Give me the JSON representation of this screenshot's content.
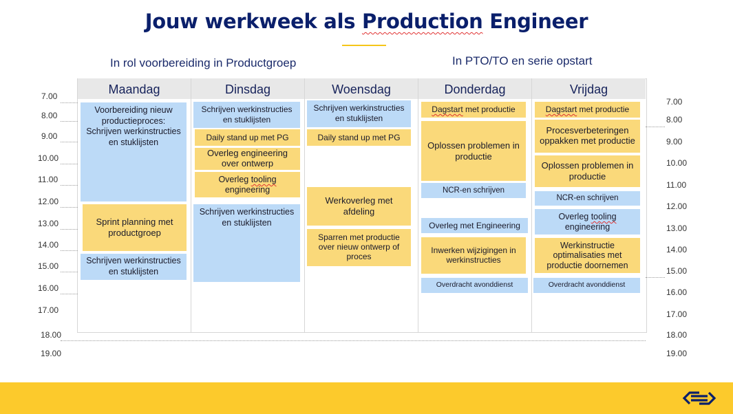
{
  "title": {
    "before": "Jouw werkweek als ",
    "highlight": "Production Engineer",
    "after": " Engineer"
  },
  "sections": {
    "left": "In rol voorbereiding in Productgroep",
    "right": "In PTO/TO en serie opstart"
  },
  "days": [
    "Maandag",
    "Dinsdag",
    "Woensdag",
    "Donderdag",
    "Vrijdag"
  ],
  "times_left": [
    "7.00",
    "8.00",
    "9.00",
    "10.00",
    "11.00",
    "12.00",
    "13.00",
    "14.00",
    "15.00",
    "16.00",
    "17.00",
    "18.00",
    "19.00"
  ],
  "times_right": [
    "7.00",
    "8.00",
    "9.00",
    "10.00",
    "11.00",
    "12.00",
    "13.00",
    "14.00",
    "15.00",
    "16.00",
    "17.00",
    "18.00",
    "19.00"
  ],
  "blocks": {
    "ma_voorbereiding": "Voorbereiding nieuw productieproces: Schrijven werkinstructies en stuklijsten",
    "ma_sprint": "Sprint planning met productgroep",
    "ma_schrijven": "Schrijven werkinstructies en stuklijsten",
    "di_schrijven1": "Schrijven werkinstructies en stuklijsten",
    "di_daily": "Daily stand up met PG",
    "di_overleg_eng": "Overleg engineering over ontwerp",
    "di_tooling_a": "Overleg ",
    "di_tooling_b": "tooling",
    "di_tooling_c": " engineering",
    "di_schrijven2": "Schrijven werkinstructies en stuklijsten",
    "wo_schrijven": "Schrijven werkinstructies en stuklijsten",
    "wo_daily": "Daily stand up met PG",
    "wo_werkoverleg": "Werkoverleg met afdeling",
    "wo_sparren": "Sparren met productie over nieuw ontwerp of proces",
    "do_dagstart_a": "Dagstart",
    "do_dagstart_b": " met productie",
    "do_oplossen": "Oplossen problemen in productie",
    "do_ncr": "NCR-en schrijven",
    "do_overleg": "Overleg met Engineering",
    "do_inwerken": "Inwerken wijzigingen in werkinstructies",
    "do_overdracht": "Overdracht avonddienst",
    "vr_dagstart_a": "Dagstart",
    "vr_dagstart_b": " met productie",
    "vr_proces": "Procesverbeteringen oppakken met productie",
    "vr_oplossen": "Oplossen problemen in productie",
    "vr_ncr": "NCR-en schrijven",
    "vr_tooling_a": "Overleg ",
    "vr_tooling_b": "tooling",
    "vr_tooling_c": " engineering",
    "vr_werkinstructie": "Werkinstructie optimalisaties met productie doornemen",
    "vr_overdracht": "Overdracht avonddienst"
  },
  "colors": {
    "blue_block": "#bcdaf7",
    "yellow_block": "#fad97a",
    "footer": "#fcca2c",
    "title": "#0a1f6b"
  },
  "logo": "ns-logo-icon"
}
